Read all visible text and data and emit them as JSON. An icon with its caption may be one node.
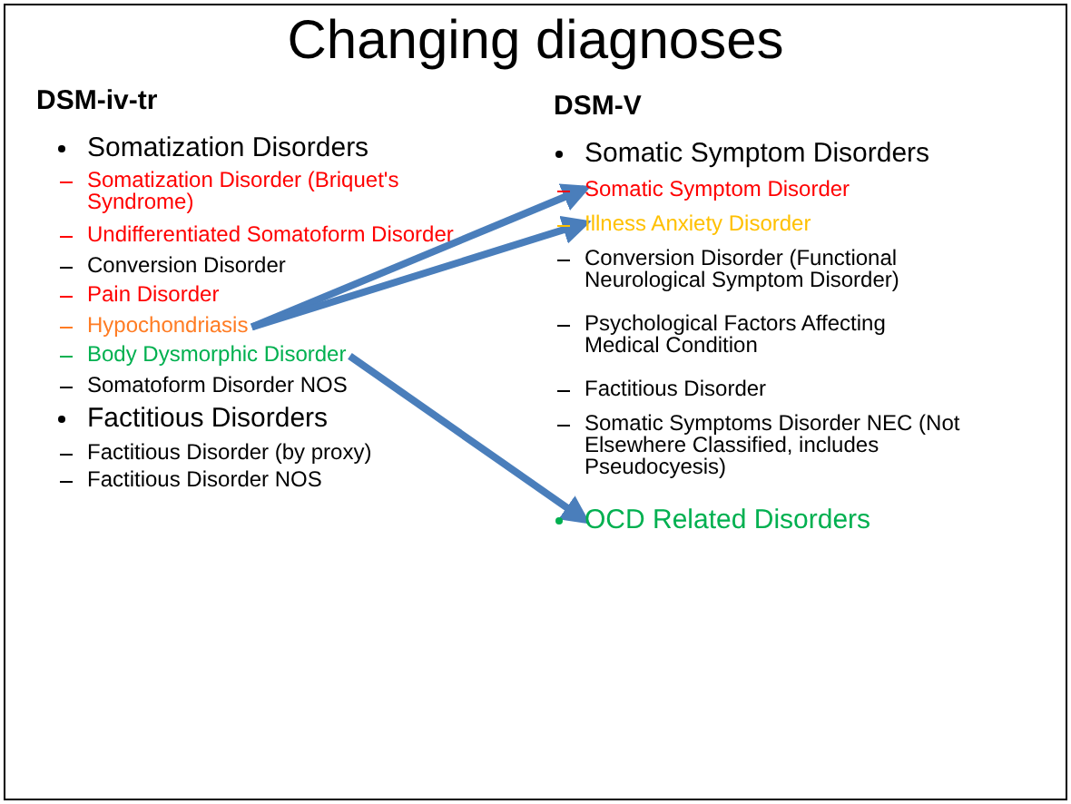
{
  "diagram": {
    "title": "Changing diagnoses",
    "nodes": [
      {
        "text": [
          "Hypochondriasis"
        ]
      },
      {
        "text": [
          "Body Dysmorphic Disorder"
        ]
      },
      {
        "text": [
          "Somatic Symptom Disorder"
        ]
      },
      {
        "text": [
          "Illness Anxiety Disorder"
        ]
      },
      {
        "text": [
          "OCD Related Disorders"
        ]
      }
    ],
    "edges": [
      {
        "from": 0,
        "to": 2,
        "arrow": "to"
      },
      {
        "from": 0,
        "to": 3,
        "arrow": "to"
      },
      {
        "from": 1,
        "to": 4,
        "arrow": "to"
      }
    ],
    "labels": [
      "DSM-iv-tr",
      "Somatization Disorders",
      "Somatization Disorder (Briquet's Syndrome)",
      "Undifferentiated Somatoform Disorder",
      "Conversion Disorder",
      "Pain Disorder",
      "Somatoform Disorder NOS",
      "Factitious Disorders",
      "Factitious Disorder (by proxy)",
      "Factitious Disorder NOS",
      "DSM-V",
      "Somatic Symptom Disorders",
      "Conversion Disorder (Functional Neurological Symptom Disorder)",
      "Psychological Factors Affecting Medical Condition",
      "Factitious Disorder",
      "Somatic Symptoms Disorder NEC (Not Elsewhere Classified, includes Pseudocyesis)"
    ]
  }
}
